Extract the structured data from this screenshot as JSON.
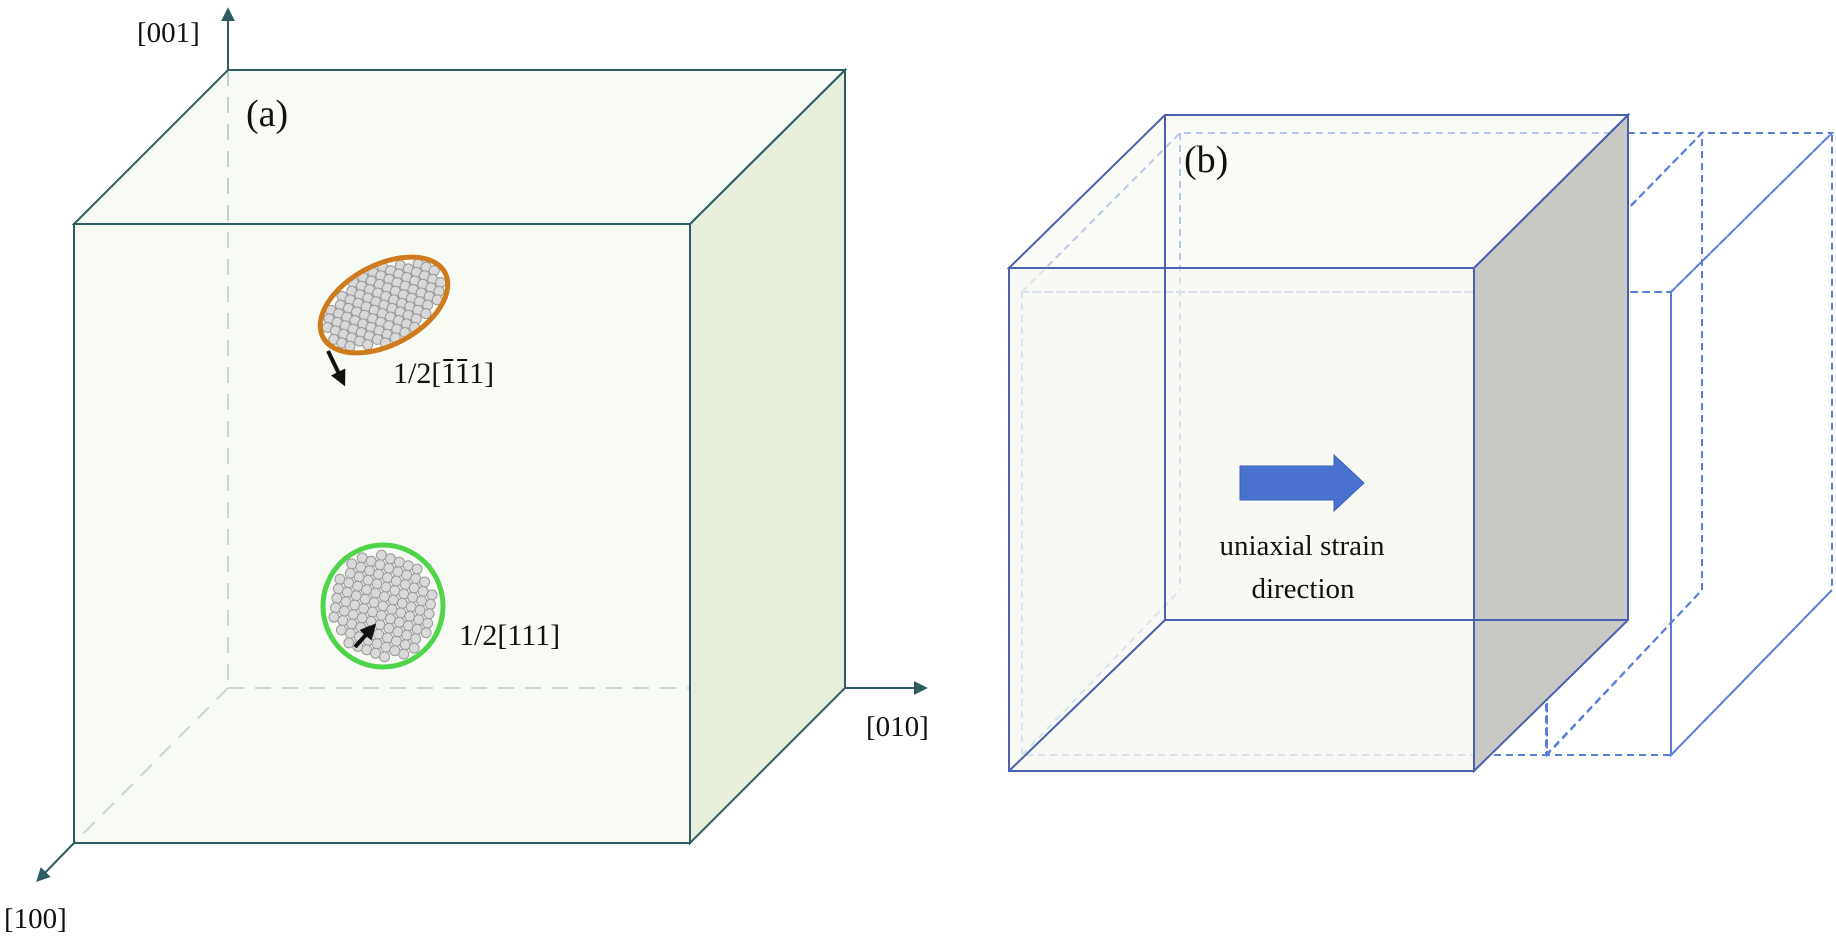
{
  "panel_a": {
    "label": "(a)",
    "axes": {
      "z": "[001]",
      "y": "[010]",
      "x": "[100]"
    },
    "loops": [
      {
        "burgers_prefix": "1/2[",
        "burgers_indices": [
          "1",
          "1",
          "1"
        ],
        "bars": [
          true,
          true,
          false
        ],
        "burgers_suffix": "]",
        "color": "#d07a1e"
      },
      {
        "burgers_prefix": "1/2[",
        "burgers_indices": [
          "1",
          "1",
          "1"
        ],
        "bars": [
          false,
          false,
          false
        ],
        "burgers_suffix": "]",
        "color": "#4fd44a"
      }
    ],
    "colors": {
      "cube_edge": "#2f5c63",
      "cube_face": "#f6f8f1",
      "cube_side": "#e7eedc",
      "axis": "#2f5c63"
    }
  },
  "panel_b": {
    "label": "(b)",
    "arrow_label_line1": "uniaxial strain",
    "arrow_label_line2": "direction",
    "colors": {
      "cube_edge": "#4a5fae",
      "cube_face": "#f6f8f1",
      "cube_side": "#c8c9c5",
      "dashed": "#5a7fd8",
      "arrow": "#4a73d1"
    }
  }
}
